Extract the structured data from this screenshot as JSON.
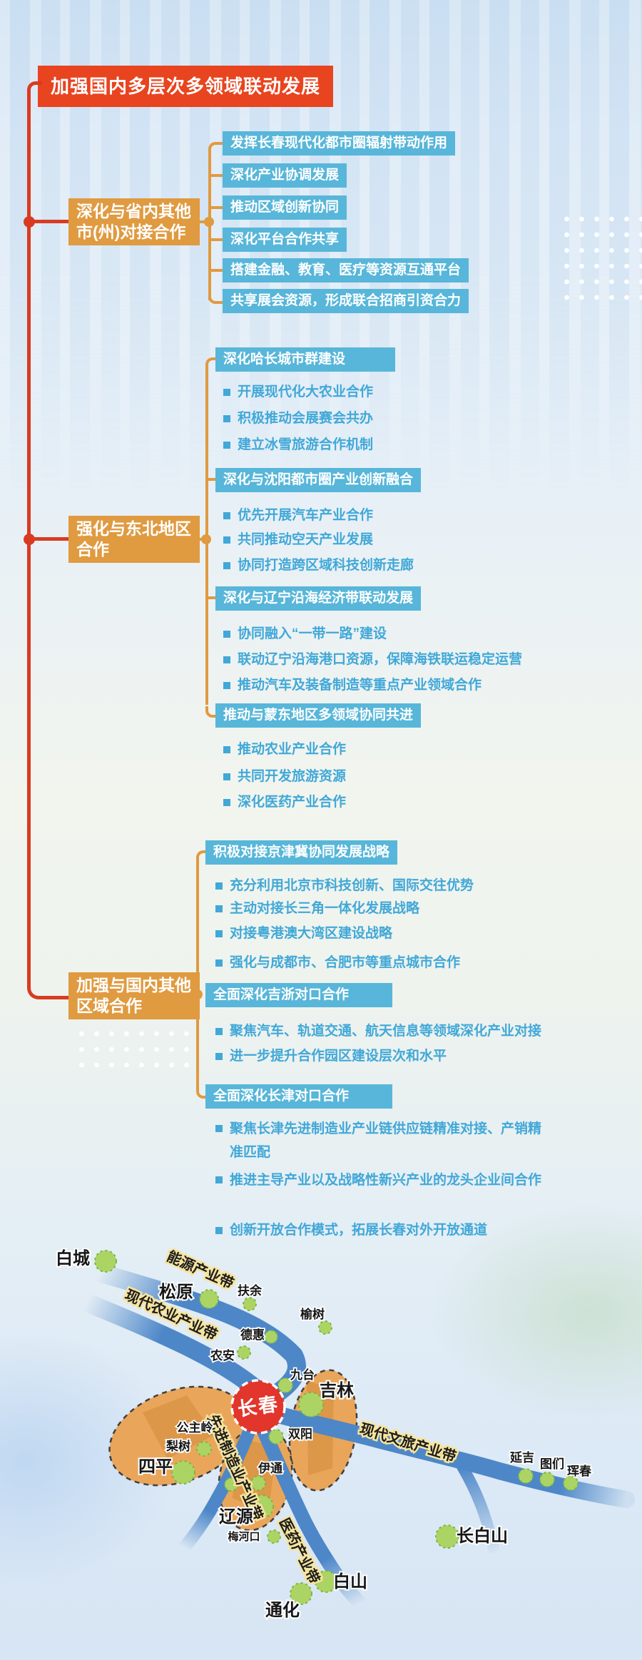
{
  "title": "加强国内多层次多领域联动发展",
  "branches": [
    {
      "label_line1": "深化与省内其他",
      "label_line2": "市(州)对接合作",
      "boxes": [
        "发挥长春现代化都市圈辐射带动作用",
        "深化产业协调发展",
        "推动区域创新协同",
        "深化平台合作共享",
        "搭建金融、教育、医疗等资源互通平台",
        "共享展会资源，形成联合招商引资合力"
      ]
    },
    {
      "label_line1": "强化与东北地区",
      "label_line2": "合作",
      "groups": [
        {
          "header": "深化哈长城市群建设",
          "items": [
            "开展现代化大农业合作",
            "积极推动会展赛会共办",
            "建立冰雪旅游合作机制"
          ]
        },
        {
          "header": "深化与沈阳都市圈产业创新融合",
          "items": [
            "优先开展汽车产业合作",
            "共同推动空天产业发展",
            "协同打造跨区域科技创新走廊"
          ]
        },
        {
          "header": "深化与辽宁沿海经济带联动发展",
          "items": [
            "协同融入“一带一路”建设",
            "联动辽宁沿海港口资源，保障海铁联运稳定运营",
            "推动汽车及装备制造等重点产业领域合作"
          ]
        },
        {
          "header": "推动与蒙东地区多领域协同共进",
          "items": [
            "推动农业产业合作",
            "共同开发旅游资源",
            "深化医药产业合作"
          ]
        }
      ]
    },
    {
      "label_line1": "加强与国内其他",
      "label_line2": "区域合作",
      "groups": [
        {
          "header": "积极对接京津冀协同发展战略",
          "items": [
            "充分利用北京市科技创新、国际交往优势",
            "主动对接长三角一体化发展战略",
            "对接粤港澳大湾区建设战略",
            "强化与成都市、合肥市等重点城市合作"
          ]
        },
        {
          "header": "全面深化吉浙对口合作",
          "items": [
            "聚焦汽车、轨道交通、航天信息等领域深化产业对接",
            "进一步提升合作园区建设层次和水平"
          ]
        },
        {
          "header": "全面深化长津对口合作",
          "items": [
            "聚焦长津先进制造业产业链供应链精准对接、产销精准匹配",
            "推进主导产业以及战略性新兴产业的龙头企业间合作",
            "创新开放合作模式，拓展长春对外开放通道"
          ]
        }
      ]
    }
  ],
  "map": {
    "center_city": "长春",
    "belts": [
      "能源产业带",
      "现代农业产业带",
      "先进制造业产业带",
      "医药产业带",
      "现代文旅产业带"
    ],
    "major_cities": [
      "白城",
      "松原",
      "吉林",
      "四平",
      "辽源",
      "白山",
      "通化",
      "长白山"
    ],
    "minor_cities": [
      "扶余",
      "榆树",
      "德惠",
      "农安",
      "九台",
      "双阳",
      "公主岭",
      "梨树",
      "伊通",
      "梅河口",
      "延吉",
      "图们",
      "珲春"
    ]
  },
  "colors": {
    "banner_red": "#e8441f",
    "node_orange": "#e09a40",
    "box_blue": "#57b6d9",
    "item_blue": "#41a8d8",
    "belt_blue": "#4d87c8",
    "petal_orange": "#e9a65b",
    "city_dot_green": "#abd465",
    "changchun_red": "#e2352b"
  }
}
